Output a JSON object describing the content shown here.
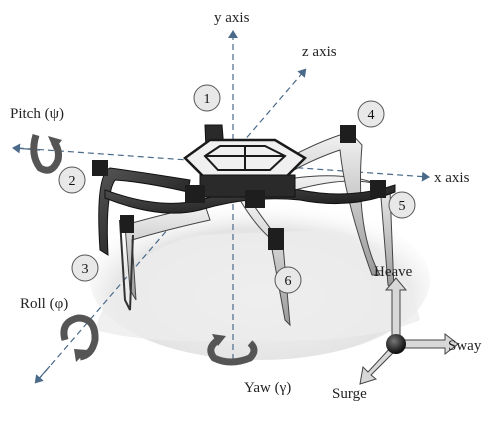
{
  "axes": {
    "y_label": "y axis",
    "z_label": "z axis",
    "x_label": "x axis"
  },
  "rotations": {
    "pitch_label": "Pitch (ψ)",
    "roll_label": "Roll (φ)",
    "yaw_label": "Yaw (γ)"
  },
  "translations": {
    "heave_label": "Heave",
    "sway_label": "Sway",
    "surge_label": "Surge"
  },
  "leg_numbers": [
    "1",
    "2",
    "3",
    "4",
    "5",
    "6"
  ],
  "colors": {
    "axis_line": "#4a6a8a",
    "marker_fill": "#e8e8e8",
    "marker_stroke": "#555555",
    "robot_dark": "#2a2a2a",
    "frame_gray": "#bdbdbd",
    "ground": "#e6e6e6"
  }
}
